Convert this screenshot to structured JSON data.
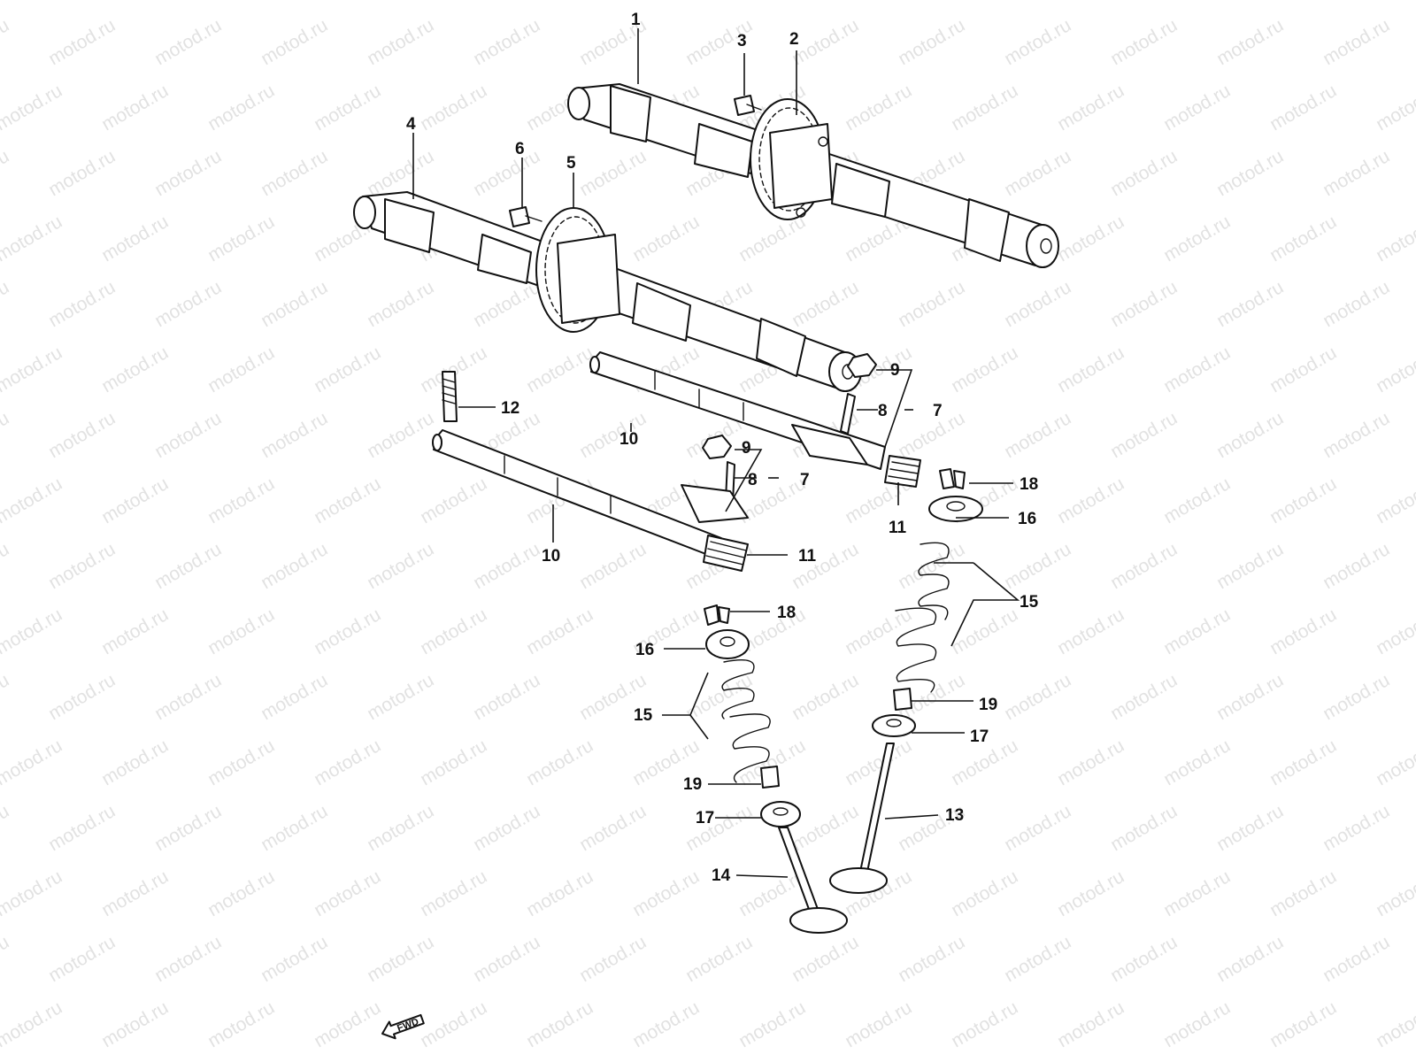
{
  "watermark": {
    "text": "motod.ru"
  },
  "direction_badge": {
    "text": "FWD"
  },
  "callouts": [
    {
      "label": "1"
    },
    {
      "label": "2"
    },
    {
      "label": "3"
    },
    {
      "label": "4"
    },
    {
      "label": "5"
    },
    {
      "label": "6"
    },
    {
      "label": "7"
    },
    {
      "label": "7"
    },
    {
      "label": "8"
    },
    {
      "label": "8"
    },
    {
      "label": "9"
    },
    {
      "label": "9"
    },
    {
      "label": "10"
    },
    {
      "label": "10"
    },
    {
      "label": "11"
    },
    {
      "label": "11"
    },
    {
      "label": "12"
    },
    {
      "label": "13"
    },
    {
      "label": "14"
    },
    {
      "label": "15"
    },
    {
      "label": "15"
    },
    {
      "label": "16"
    },
    {
      "label": "16"
    },
    {
      "label": "17"
    },
    {
      "label": "17"
    },
    {
      "label": "18"
    },
    {
      "label": "18"
    },
    {
      "label": "19"
    },
    {
      "label": "19"
    }
  ]
}
